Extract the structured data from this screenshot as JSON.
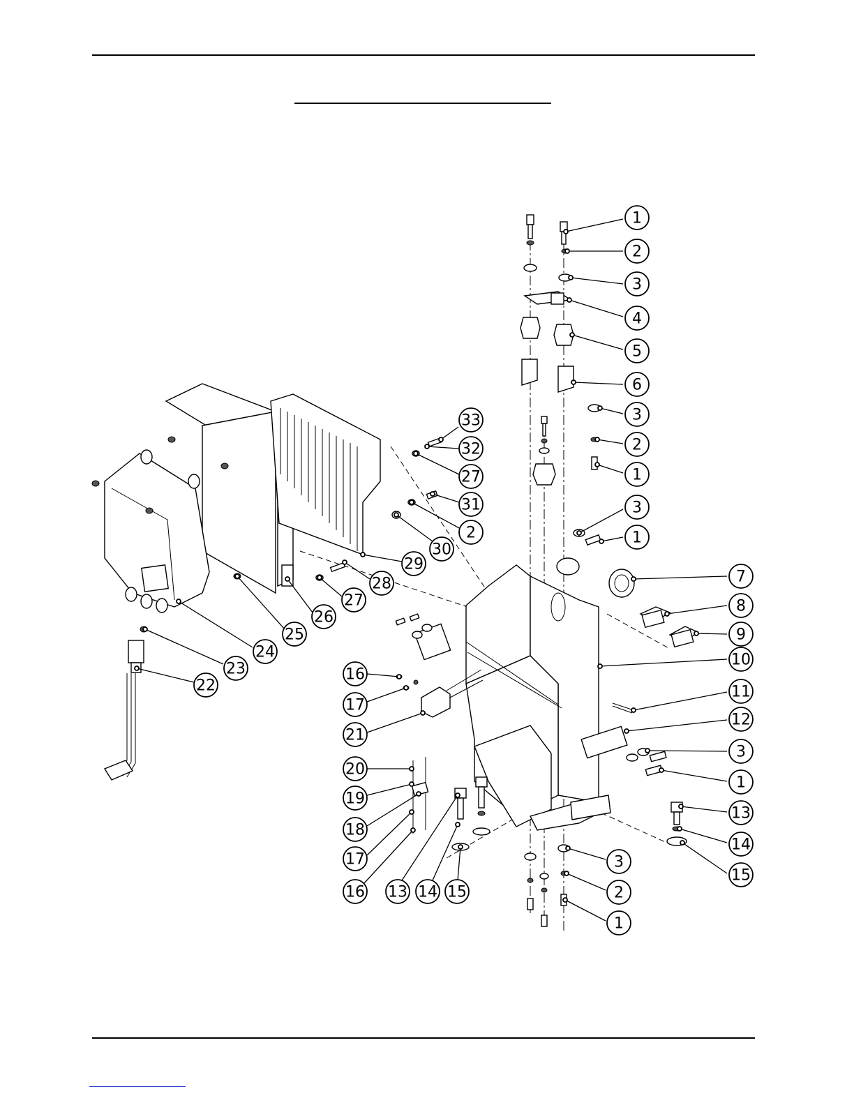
{
  "page": {
    "title": ""
  },
  "callouts": [
    {
      "label": "1"
    },
    {
      "label": "2"
    },
    {
      "label": "3"
    },
    {
      "label": "4"
    },
    {
      "label": "5"
    },
    {
      "label": "6"
    },
    {
      "label": "3"
    },
    {
      "label": "2"
    },
    {
      "label": "1"
    },
    {
      "label": "3"
    },
    {
      "label": "1"
    },
    {
      "label": "7"
    },
    {
      "label": "8"
    },
    {
      "label": "9"
    },
    {
      "label": "10"
    },
    {
      "label": "11"
    },
    {
      "label": "12"
    },
    {
      "label": "3"
    },
    {
      "label": "1"
    },
    {
      "label": "13"
    },
    {
      "label": "14"
    },
    {
      "label": "15"
    },
    {
      "label": "3"
    },
    {
      "label": "2"
    },
    {
      "label": "1"
    },
    {
      "label": "33"
    },
    {
      "label": "32"
    },
    {
      "label": "27"
    },
    {
      "label": "31"
    },
    {
      "label": "2"
    },
    {
      "label": "30"
    },
    {
      "label": "29"
    },
    {
      "label": "28"
    },
    {
      "label": "27"
    },
    {
      "label": "26"
    },
    {
      "label": "25"
    },
    {
      "label": "24"
    },
    {
      "label": "23"
    },
    {
      "label": "22"
    },
    {
      "label": "16"
    },
    {
      "label": "17"
    },
    {
      "label": "21"
    },
    {
      "label": "20"
    },
    {
      "label": "19"
    },
    {
      "label": "18"
    },
    {
      "label": "17"
    },
    {
      "label": "16"
    },
    {
      "label": "13"
    },
    {
      "label": "14"
    },
    {
      "label": "15"
    }
  ]
}
